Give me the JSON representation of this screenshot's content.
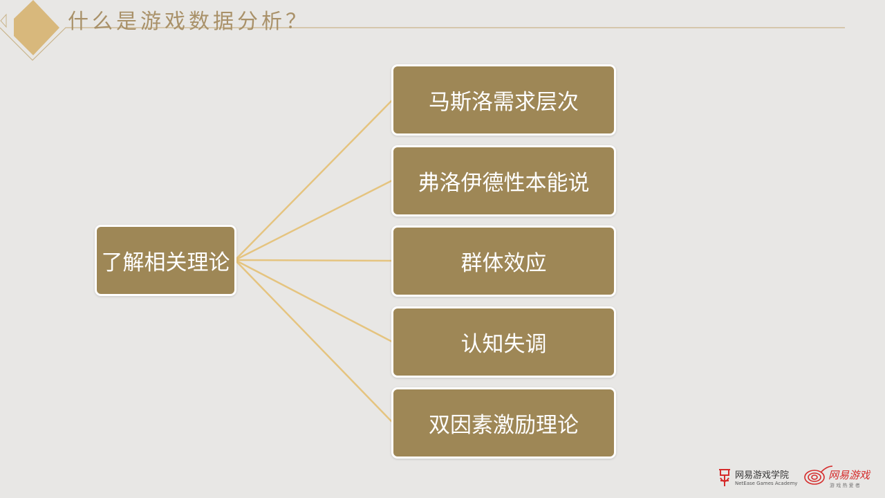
{
  "header": {
    "title": "什么是游戏数据分析？"
  },
  "diagram": {
    "root": "了解相关理论",
    "children": [
      "马斯洛需求层次",
      "弗洛伊德性本能说",
      "群体效应",
      "认知失调",
      "双因素激励理论"
    ]
  },
  "footer": {
    "academy_name": "网易游戏学院",
    "academy_name_en": "NetEase Games Academy",
    "brand": "网易游戏",
    "brand_sub": "游 戏 热 爱 者"
  },
  "colors": {
    "box": "#9e8756",
    "line": "#e5c47f",
    "accent": "#d8b87c",
    "logo_red": "#d52b2b"
  }
}
